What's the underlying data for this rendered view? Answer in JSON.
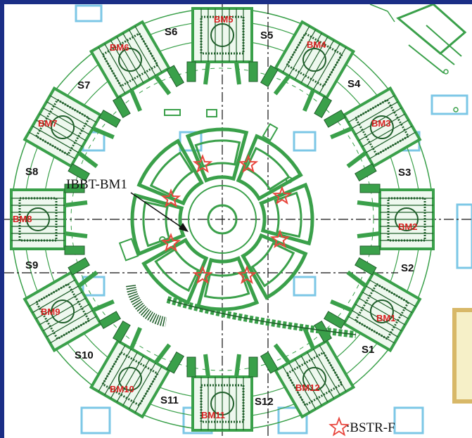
{
  "colors": {
    "frame": "#1b2e86",
    "paper": "#ffffff",
    "magnet": "#3aa04a",
    "magnet_dark": "#1f5e2a",
    "structure": "#7cc7e6",
    "star": "#e8453c",
    "bm_text": "#d81f1f",
    "line": "#111111"
  },
  "sections": [
    {
      "id": "s1",
      "text": "S1"
    },
    {
      "id": "s2",
      "text": "S2"
    },
    {
      "id": "s3",
      "text": "S3"
    },
    {
      "id": "s4",
      "text": "S4"
    },
    {
      "id": "s5",
      "text": "S5"
    },
    {
      "id": "s6",
      "text": "S6"
    },
    {
      "id": "s7",
      "text": "S7"
    },
    {
      "id": "s8",
      "text": "S8"
    },
    {
      "id": "s9",
      "text": "S9"
    },
    {
      "id": "s10",
      "text": "S10"
    },
    {
      "id": "s11",
      "text": "S11"
    },
    {
      "id": "s12",
      "text": "S12"
    }
  ],
  "bending_magnets": [
    {
      "id": "bm1",
      "text": "BM1"
    },
    {
      "id": "bm2",
      "text": "BM2"
    },
    {
      "id": "bm3",
      "text": "BM3"
    },
    {
      "id": "bm4",
      "text": "BM4"
    },
    {
      "id": "bm5",
      "text": "BM5"
    },
    {
      "id": "bm6",
      "text": "BM6"
    },
    {
      "id": "bm7",
      "text": "BM7"
    },
    {
      "id": "bm8",
      "text": "BM8"
    },
    {
      "id": "bm9",
      "text": "BM9"
    },
    {
      "id": "bm10",
      "text": "BM10"
    },
    {
      "id": "bm11",
      "text": "BM11"
    },
    {
      "id": "bm12",
      "text": "BM12"
    }
  ],
  "annotation": {
    "text": "IBBT-BM1"
  },
  "legend": {
    "symbol": "star-icon",
    "text": ":BSTR-F"
  },
  "star_count": 8
}
